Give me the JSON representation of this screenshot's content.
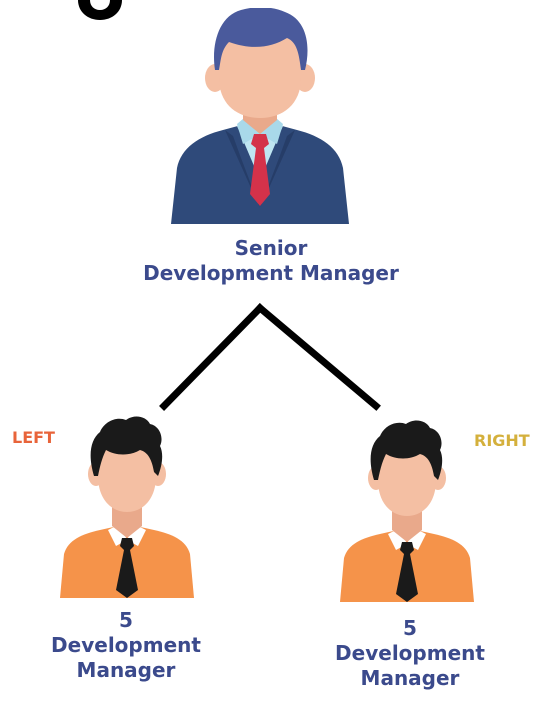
{
  "top": {
    "line1": "Senior",
    "line2": "Development Manager"
  },
  "left": {
    "side_label": "LEFT",
    "count": "5",
    "line1": "Development",
    "line2": "Manager"
  },
  "right": {
    "side_label": "RIGHT",
    "count": "5",
    "line1": "Development",
    "line2": "Manager"
  },
  "colors": {
    "text_primary": "#3b4a8c",
    "left_label": "#e8643a",
    "right_label": "#d4b03c",
    "suit": "#2f4a7a",
    "suit_dark": "#263d68",
    "hair_top": "#4a5a9c",
    "skin": "#f4bfa3",
    "shirt_top": "#bfe6f2",
    "tie_top": "#d4324a",
    "shirt_bottom": "#f5934a",
    "tie_bottom": "#1a1a1a",
    "hair_bottom": "#1a1a1a",
    "connector": "#000000"
  },
  "icons": {
    "top": "senior-manager-icon",
    "left": "manager-icon",
    "right": "manager-icon"
  }
}
